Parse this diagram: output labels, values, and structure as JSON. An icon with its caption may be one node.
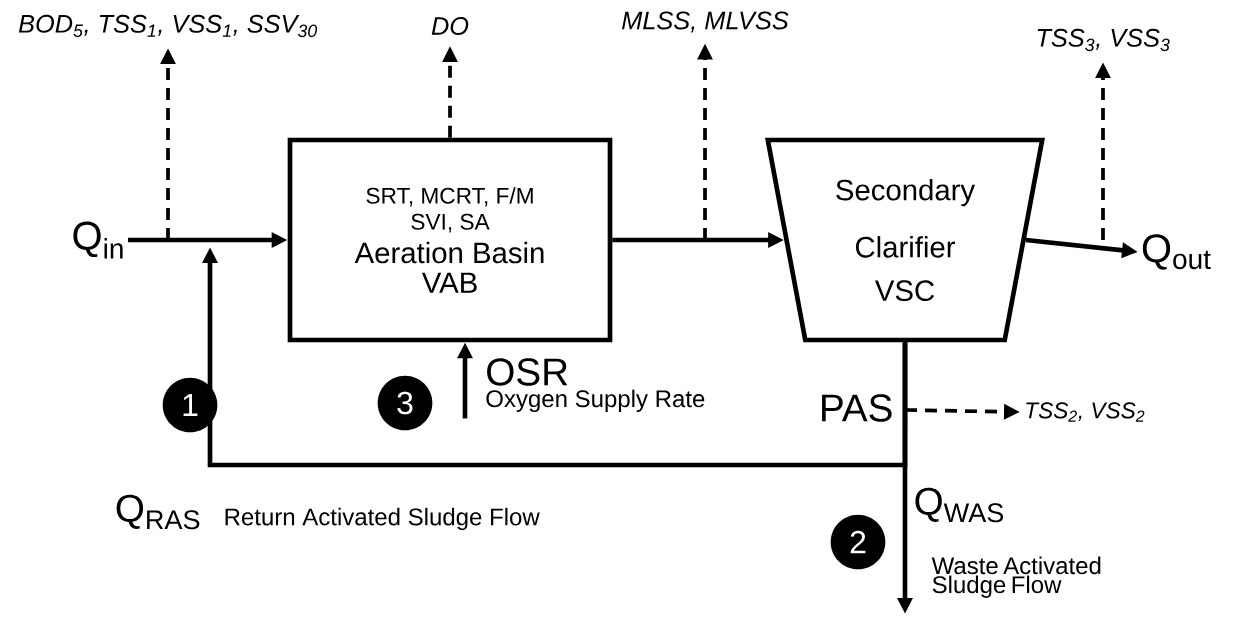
{
  "diagram": {
    "nodes": [
      {
        "text": [
          "Q$_{in}$"
        ]
      },
      {
        "text": [
          "SRT, MCRT, F/M SVI, SA",
          "Aeration Basin",
          "VAB"
        ]
      },
      {
        "text": [
          "Secondary Clarifier",
          "VSC"
        ]
      },
      {
        "text": [
          "Q$_{out}$"
        ]
      },
      {
        "text": [
          "BOD$_{5}$, TSS$_{1}$, VSS$_{1}$, SSV$_{30}$"
        ]
      },
      {
        "text": [
          "DO"
        ]
      },
      {
        "text": [
          "MLSS, MLVSS"
        ]
      },
      {
        "text": [
          "TSS$_{3}$, VSS$_{3}$"
        ]
      },
      {
        "text": [
          "TSS$_{2}$, VSS$_{2}$"
        ]
      },
      {
        "text": [
          "OSR",
          "Oxygen Supply Rate"
        ]
      },
      {
        "text": [
          "1"
        ]
      },
      {
        "text": [
          "3"
        ]
      },
      {
        "text": [
          "2"
        ]
      }
    ],
    "edges": [
      {
        "from": 0,
        "to": 1,
        "arrow": "to"
      },
      {
        "from": 1,
        "to": 2,
        "arrow": "to"
      },
      {
        "from": 2,
        "to": 3,
        "arrow": "to"
      },
      {
        "from": 2,
        "to": null,
        "arrow": "to"
      },
      {
        "from": 2,
        "to": null,
        "arrow": "to"
      },
      {
        "from": null,
        "to": 4,
        "arrow": "to",
        "style": "dashed"
      },
      {
        "from": 1,
        "to": 5,
        "arrow": "to",
        "style": "dashed"
      },
      {
        "from": null,
        "to": 6,
        "arrow": "to",
        "style": "dashed"
      },
      {
        "from": null,
        "to": 7,
        "arrow": "to",
        "style": "dashed"
      },
      {
        "from": null,
        "to": 8,
        "arrow": "to",
        "style": "dashed"
      },
      {
        "from": 9,
        "to": 1,
        "arrow": "to"
      }
    ],
    "labels": [
      "PAS",
      "Q$_{RAS}$",
      "Return Activated Sludge Flow",
      "Q$_{WAS}$",
      "Waste Activated Sludge Flow"
    ]
  }
}
